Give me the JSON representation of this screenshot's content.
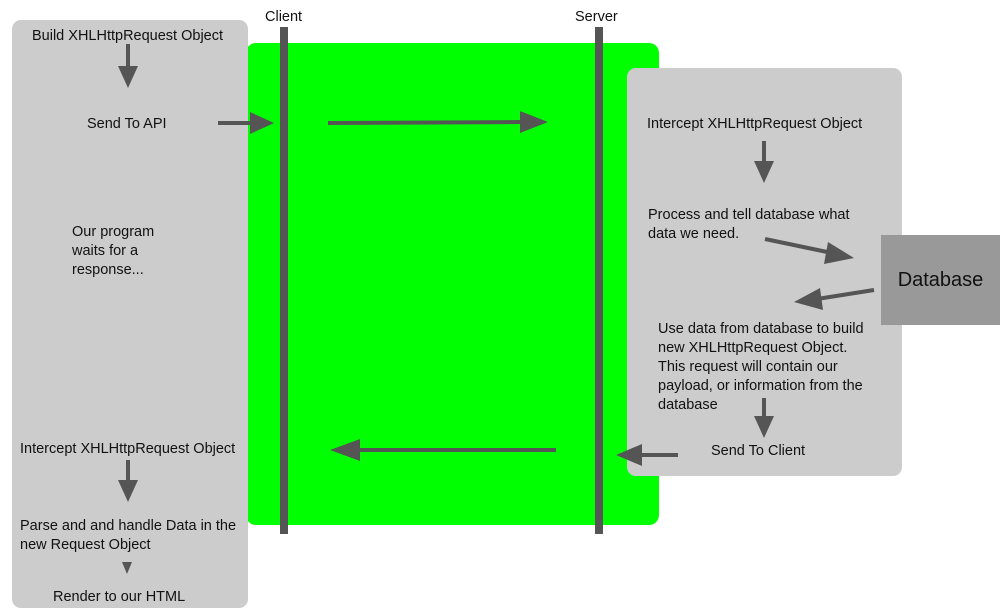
{
  "lanes": {
    "client": "Client",
    "server": "Server"
  },
  "client_steps": {
    "build": "Build XHLHttpRequest Object",
    "send": "Send To API",
    "wait": [
      "Our program",
      "waits for a",
      "response..."
    ],
    "intercept": "Intercept XHLHttpRequest Object",
    "parse": [
      "Parse and and handle Data in the",
      "new Request Object"
    ],
    "render": "Render to our HTML"
  },
  "server_steps": {
    "intercept": "Intercept XHLHttpRequest Object",
    "process": [
      "Process and tell database what",
      "data we need."
    ],
    "build": [
      "Use data from database to build",
      "new XHLHttpRequest Object.",
      "This request will contain our",
      "payload, or information from the",
      "database"
    ],
    "send": "Send To Client"
  },
  "database": "Database",
  "colors": {
    "panel": "#cccccc",
    "network": "#00ff00",
    "database": "#999999",
    "arrow": "#555555"
  }
}
